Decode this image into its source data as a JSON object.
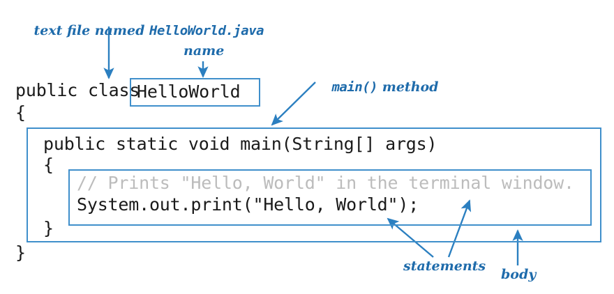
{
  "figure": {
    "title": "Anatomy of a Java program (HelloWorld.java)",
    "accent_color": "#3f8fcb",
    "label_color": "#1e6bab",
    "code_color": "#1a1a1a",
    "comment_color": "#bcbcbc",
    "background": "#ffffff"
  },
  "annotations": {
    "file": {
      "prefix": "text file named ",
      "filename": "HelloWorld.java"
    },
    "name": "name",
    "main_method": {
      "mono": "main()",
      "rest": " method"
    },
    "statements": "statements",
    "body": "body"
  },
  "code": {
    "line1_a": "public class ",
    "line1_b": "HelloWorld",
    "line2": "{",
    "line3": "public static void main(String[] args)",
    "line4": "{",
    "line5_comment": "// Prints \"Hello, World\" in the terminal window.",
    "line6": "System.out.print(\"Hello, World\");",
    "line7": "}",
    "line8": "}"
  },
  "boxes": {
    "name_box_label": "class-name-box",
    "body_box_label": "method-body-box",
    "statements_box_label": "statements-box"
  }
}
